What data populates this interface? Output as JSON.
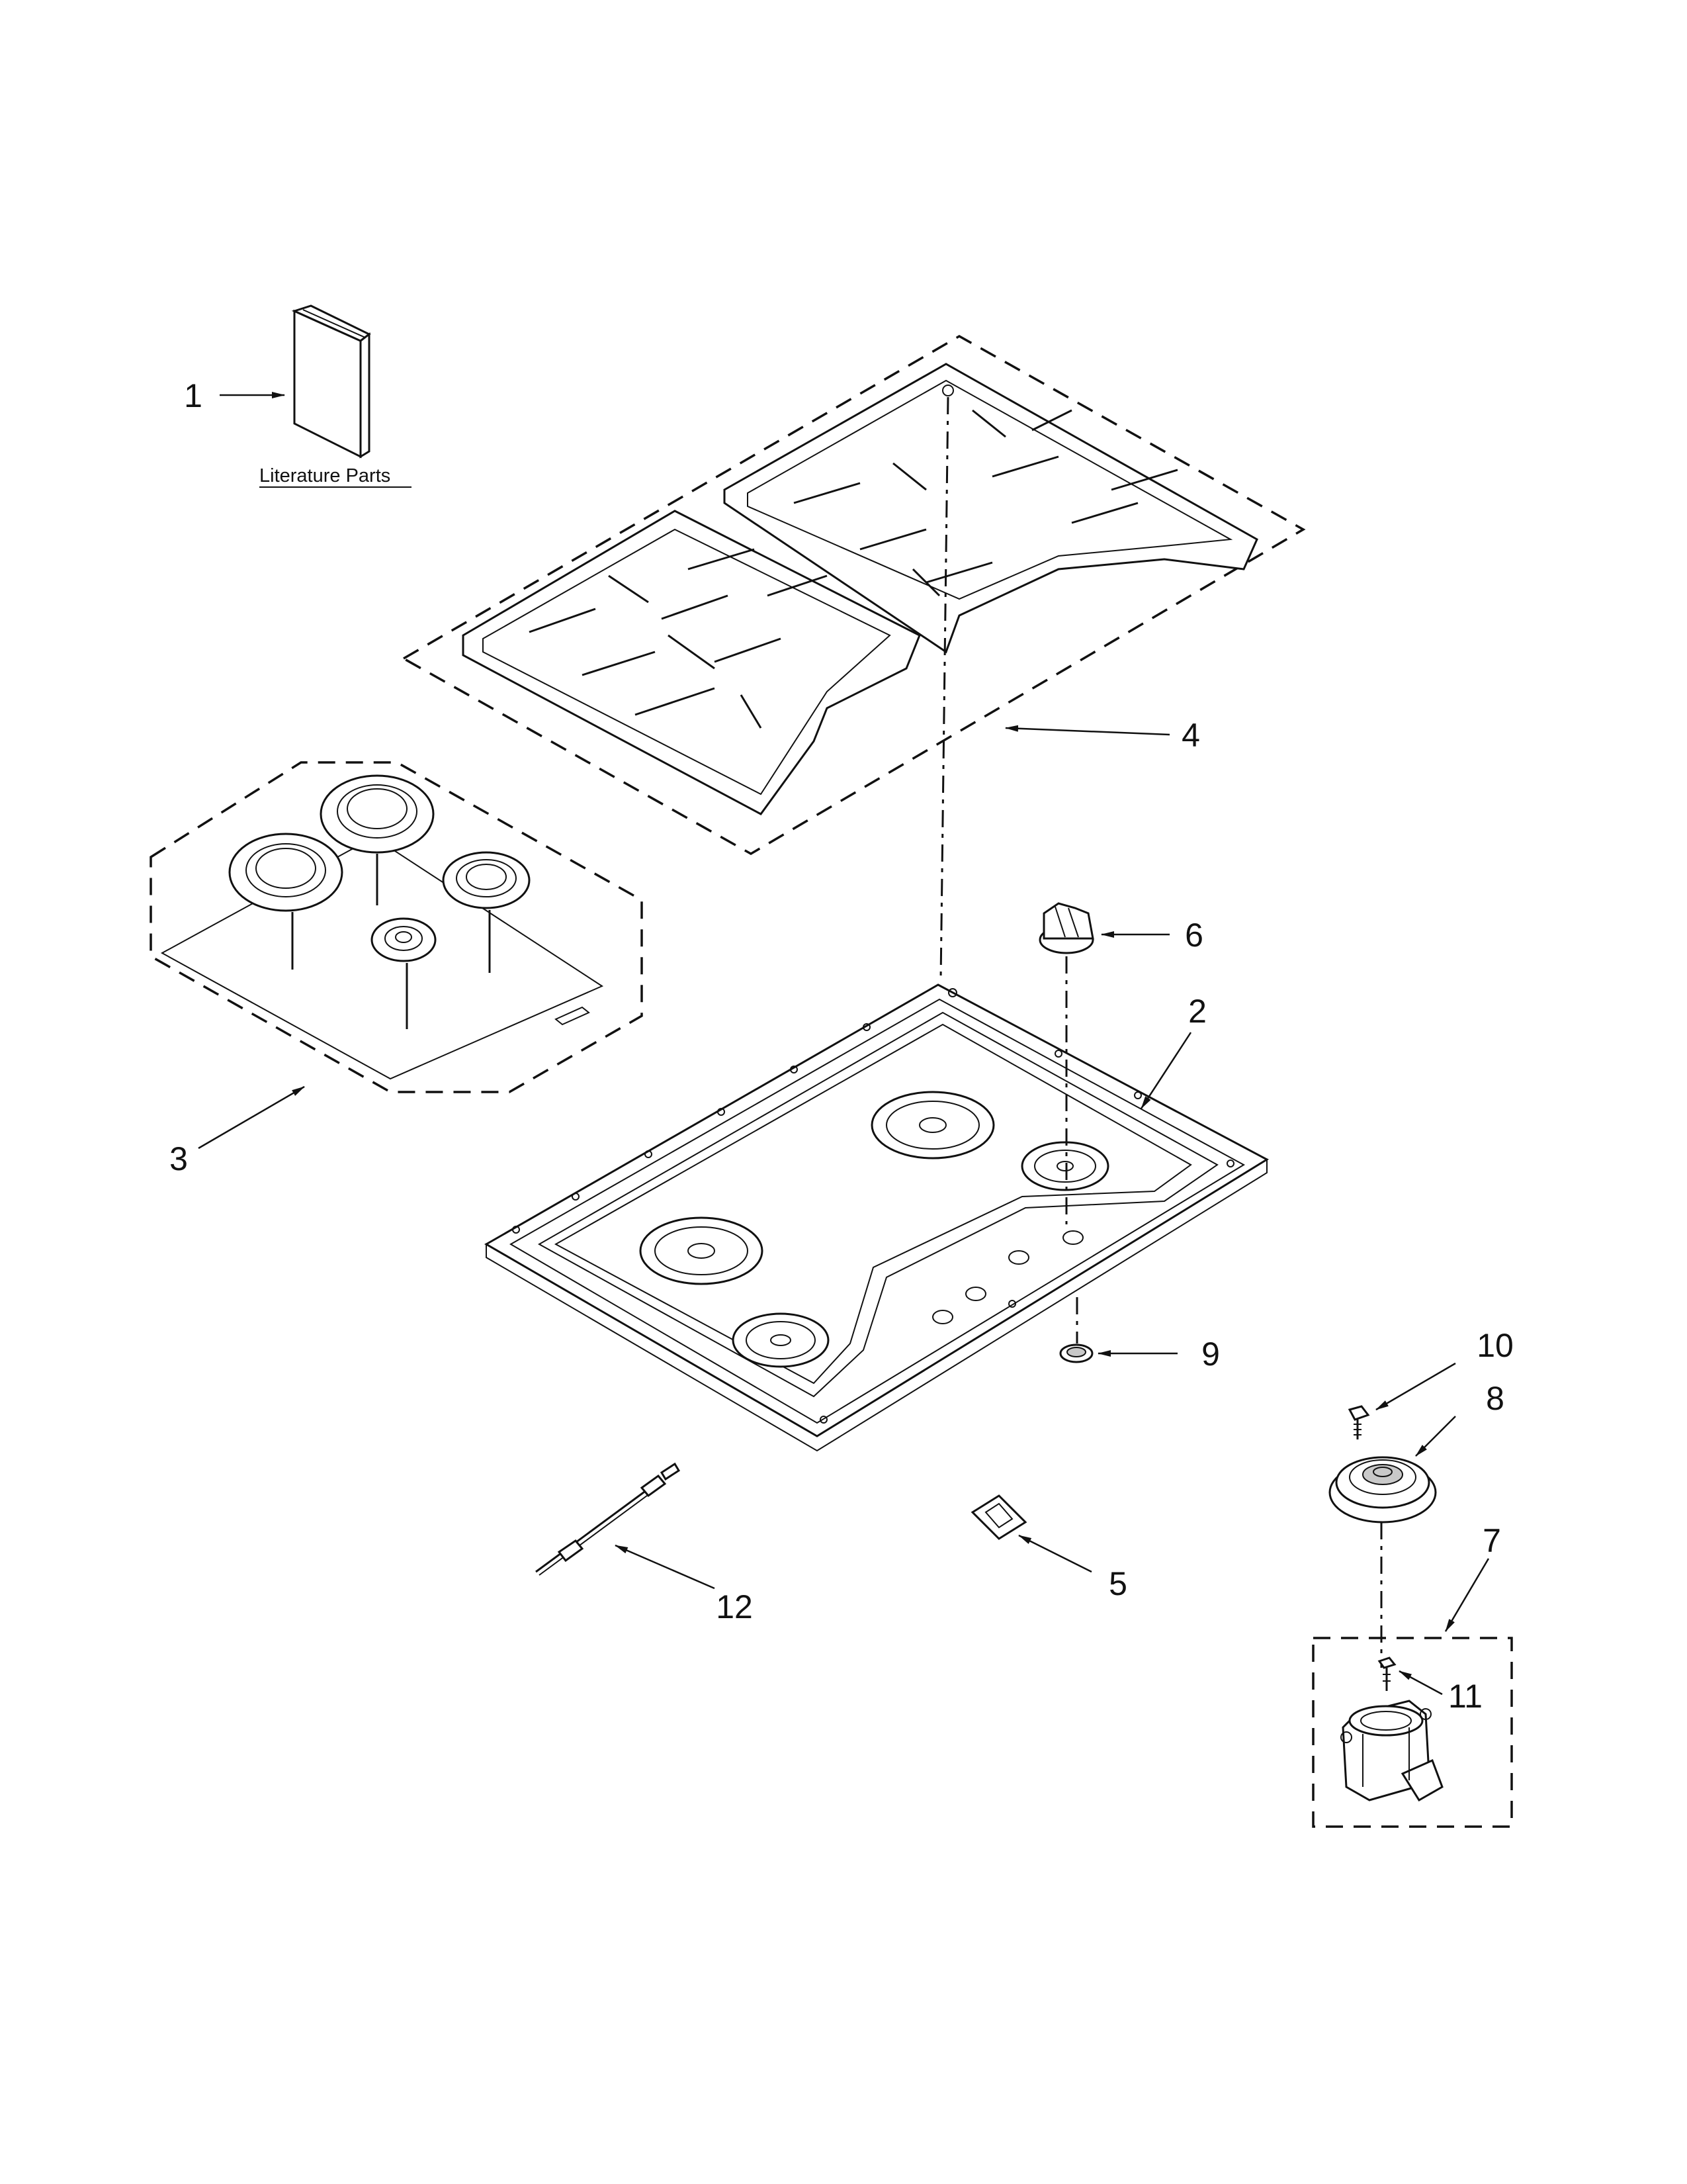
{
  "diagram": {
    "literature_label": "Literature Parts",
    "callouts": [
      {
        "id": "1",
        "label": "1"
      },
      {
        "id": "2",
        "label": "2"
      },
      {
        "id": "3",
        "label": "3"
      },
      {
        "id": "4",
        "label": "4"
      },
      {
        "id": "5",
        "label": "5"
      },
      {
        "id": "6",
        "label": "6"
      },
      {
        "id": "7",
        "label": "7"
      },
      {
        "id": "8",
        "label": "8"
      },
      {
        "id": "9",
        "label": "9"
      },
      {
        "id": "10",
        "label": "10"
      },
      {
        "id": "11",
        "label": "11"
      },
      {
        "id": "12",
        "label": "12"
      }
    ]
  }
}
